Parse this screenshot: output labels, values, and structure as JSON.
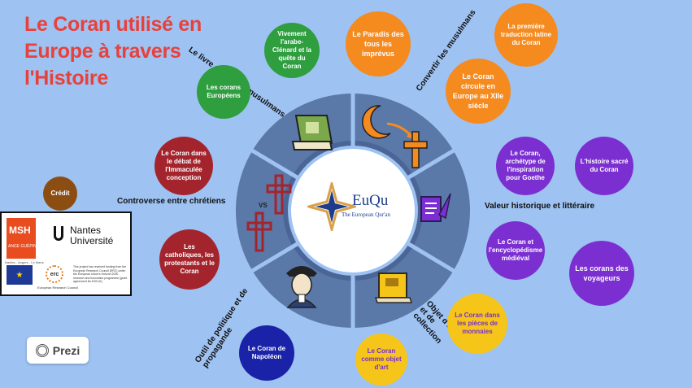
{
  "title": "Le Coran utilisé en Europe à travers l'Histoire",
  "center": {
    "logo_text": "EuQu",
    "logo_sub": "The European Qur'an"
  },
  "segment_labels": {
    "top_left": "Le livre sacré des musulmans",
    "top_right": "Convertir les musulmans",
    "right": "Valeur historique et littéraire",
    "bottom_right": "Objet d'art et de collection",
    "bottom_left": "Outil de politique et de propagande",
    "left": "Controverse entre chrétiens",
    "vs": "VS"
  },
  "bubbles": {
    "green1": "Vivement l'arabe-Clénard et la quête du Coran",
    "green2": "Les corans Européens",
    "orange1": "Le Paradis des tous les imprévus",
    "orange2": "La première traduction latine du Coran",
    "orange3": "Le Coran circule en Europe au XIIe siècle",
    "purple1": "Le Coran, archétype de l'inspiration pour Goethe",
    "purple2": "L'histoire sacré du Coran",
    "purple3": "Le Coran et l'encyclopédisme médiéval",
    "purple4": "Les corans des voyageurs",
    "red1": "Le Coran dans le débat de l'Immaculée conception",
    "red2": "Les catholiques, les protestants et le Coran",
    "yellow1": "Le Coran dans les pièces de monnaies",
    "yellow2": "Le Coran comme objet d'art",
    "navy1": "Le Coran de Napoléon",
    "credit": "Crédit"
  },
  "logos": {
    "msh": "MSH",
    "msh_sub": "ANGE GUÉPIN",
    "msh_small": "Nantes - Angers - Le Mans",
    "nantes1": "Nantes",
    "nantes2": "Université",
    "erc": "erc",
    "erc_sub": "European Research Council",
    "eu_text": "This project has received funding from the European Research Council (ERC) under the European Union's Horizon 2020 research and innovation programme (grant agreement No 810141)"
  },
  "prezi": "Prezi",
  "colors": {
    "background": "#9ec2f1",
    "title": "#e8413c",
    "wheel": "#5a78a8",
    "wheel_inner": "#4a6596"
  }
}
